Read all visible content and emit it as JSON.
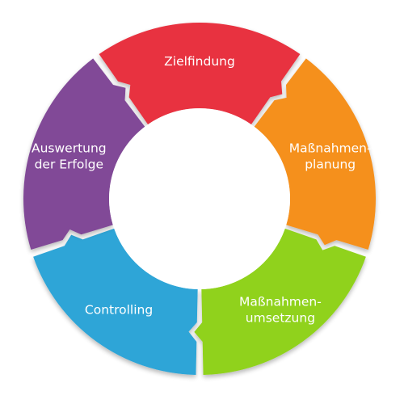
{
  "diagram": {
    "segments": [
      {
        "id": "zielfindung",
        "lines": [
          "Zielfindung"
        ],
        "color": "#E8333F"
      },
      {
        "id": "massnahmenplanung",
        "lines": [
          "Maßnahmen-",
          "planung"
        ],
        "color": "#F5901E"
      },
      {
        "id": "massnahmenumsetzung",
        "lines": [
          "Maßnahmen-",
          "umsetzung"
        ],
        "color": "#90D21E"
      },
      {
        "id": "controlling",
        "lines": [
          "Controlling"
        ],
        "color": "#2DA5D7"
      },
      {
        "id": "auswertung",
        "lines": [
          "Auswertung",
          "der Erfolge"
        ],
        "color": "#814A97"
      }
    ],
    "center_color": "#ffffff"
  }
}
